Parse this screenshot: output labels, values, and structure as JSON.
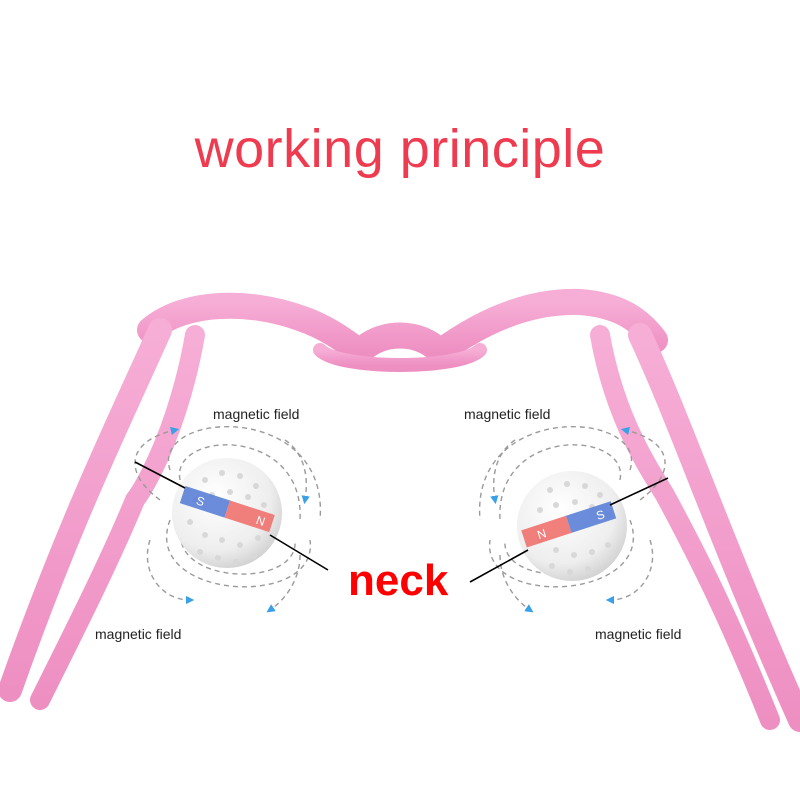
{
  "title": "working principle",
  "neck_label": "neck",
  "magnetic_field_labels": [
    "magnetic field",
    "magnetic field",
    "magnetic field",
    "magnetic field"
  ],
  "magnet_poles": {
    "north": "N",
    "south": "S"
  },
  "colors": {
    "title": "#ef3b4f",
    "neck": "#ff0000",
    "frame_pink": "#f39bcb",
    "magnet_blue": "#5a7fd6",
    "magnet_red": "#f0726f",
    "field_arrow": "#3aa0e8"
  }
}
